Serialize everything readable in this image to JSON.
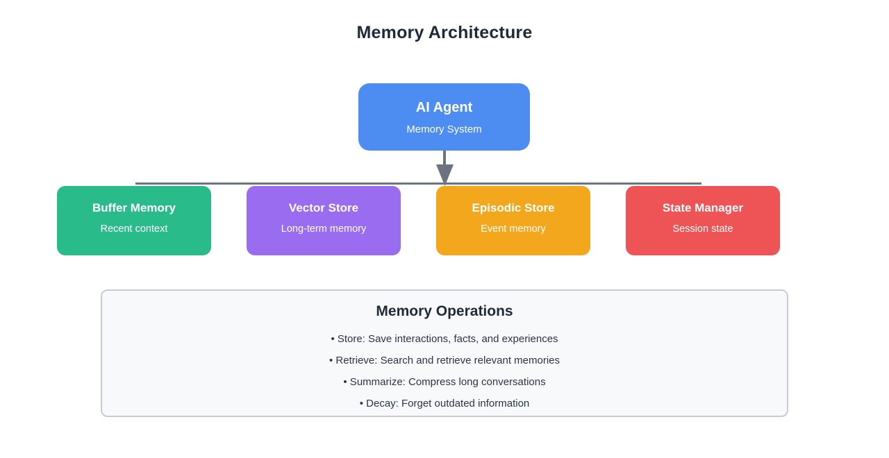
{
  "page": {
    "title": "Memory Architecture",
    "background": "#ffffff"
  },
  "diagram": {
    "root": {
      "title": "AI Agent",
      "subtitle": "Memory System",
      "color": "#4d8df2",
      "text_color": "#ffffff"
    },
    "connector": {
      "color": "#6b7280",
      "arrow_direction": "down"
    },
    "children": [
      {
        "title": "Buffer Memory",
        "subtitle": "Recent context",
        "color": "#2abb8b"
      },
      {
        "title": "Vector Store",
        "subtitle": "Long-term memory",
        "color": "#9a6cf0"
      },
      {
        "title": "Episodic Store",
        "subtitle": "Event memory",
        "color": "#f3a71d"
      },
      {
        "title": "State Manager",
        "subtitle": "Session state",
        "color": "#ee5456"
      }
    ]
  },
  "operations": {
    "title": "Memory Operations",
    "items": [
      "• Store: Save interactions, facts, and experiences",
      "• Retrieve: Search and retrieve relevant memories",
      "• Summarize: Compress long conversations",
      "• Decay: Forget outdated information"
    ],
    "panel_background": "#f8f9fb",
    "panel_border_color": "#c6cbd4",
    "title_color": "#1e2a3a",
    "text_color": "#2b3442"
  }
}
